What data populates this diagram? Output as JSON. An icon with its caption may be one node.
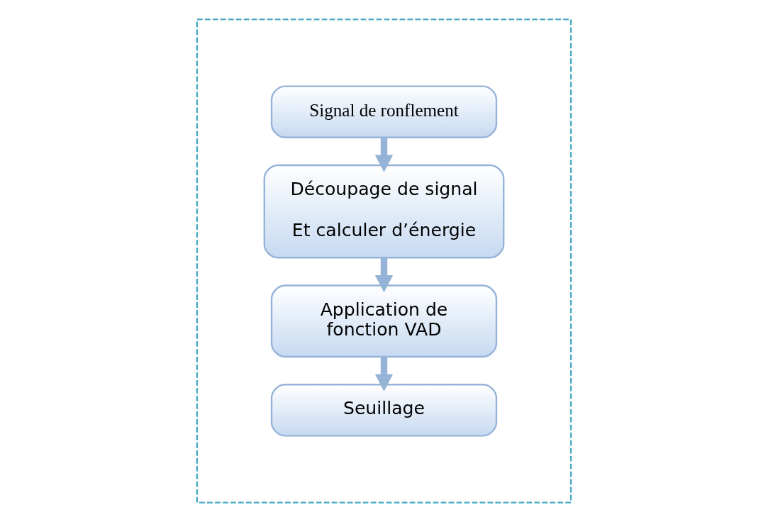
{
  "diagram": {
    "nodes": [
      {
        "text": [],
        "shape": "box"
      },
      {
        "text": [
          "Signal de ronflement"
        ],
        "in": 0
      },
      {
        "text": [
          "Découpage de signal",
          "Et calculer d’énergie"
        ],
        "in": 0
      },
      {
        "text": [
          "Application de fonction VAD"
        ],
        "in": 0
      },
      {
        "text": [
          "Seuillage"
        ],
        "in": 0
      }
    ],
    "edges": [
      {
        "from": 1,
        "to": 2,
        "arrow": "to"
      },
      {
        "from": 2,
        "to": 3,
        "arrow": "to"
      },
      {
        "from": 3,
        "to": 4,
        "arrow": "to"
      }
    ]
  }
}
